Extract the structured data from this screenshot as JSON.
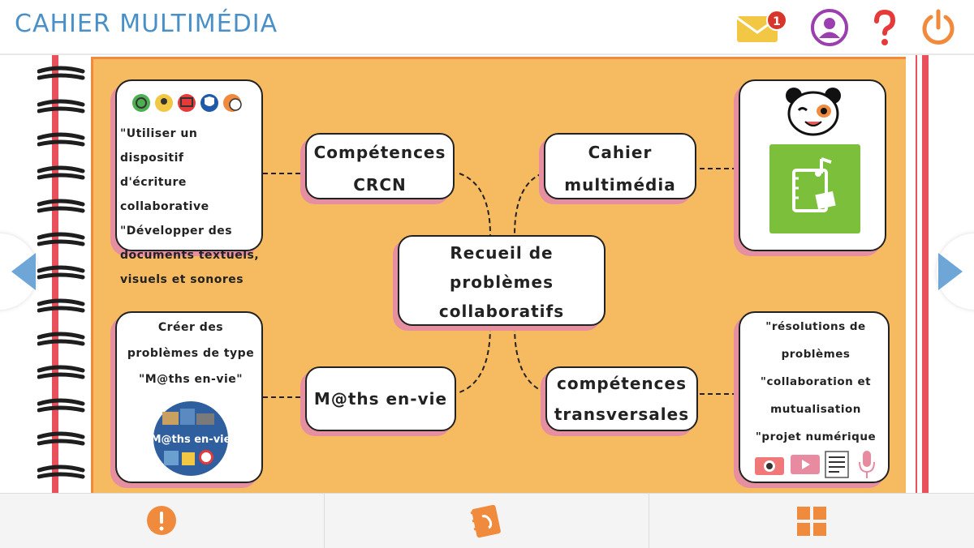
{
  "header": {
    "title": "CAHIER MULTIMÉDIA",
    "mail_badge": "1",
    "icons": [
      "mail-icon",
      "user-icon",
      "help-icon",
      "power-icon"
    ],
    "colors": {
      "title": "#4a90c8",
      "mail": "#f2c744",
      "user": "#9b3fb0",
      "help": "#e63a3a",
      "power": "#f08a3c"
    }
  },
  "mindmap": {
    "center": [
      "Recueil de",
      "problèmes",
      "collaboratifs"
    ],
    "crcn_node": [
      "Compétences",
      "CRCN"
    ],
    "crcn_text": [
      "\"Utiliser un dispositif",
      "d'écriture collaborative",
      "\"Développer des",
      "documents textuels,",
      "visuels et sonores"
    ],
    "cahier_node": [
      "Cahier",
      "multimédia"
    ],
    "maths_text": [
      "Créer des",
      "problèmes de type",
      "\"M@ths en-vie\""
    ],
    "maths_node": "M@ths en-vie",
    "maths_logo_text": "M@ths en-vie",
    "transv_node": [
      "compétences",
      "transversales"
    ],
    "transv_text": [
      "\"résolutions de",
      "problèmes",
      "\"collaboration et",
      "mutualisation",
      "\"projet numérique"
    ]
  },
  "footer": {
    "icons": [
      "alert-icon",
      "contacts-icon",
      "grid-icon"
    ],
    "accent": "#f08a3c"
  }
}
